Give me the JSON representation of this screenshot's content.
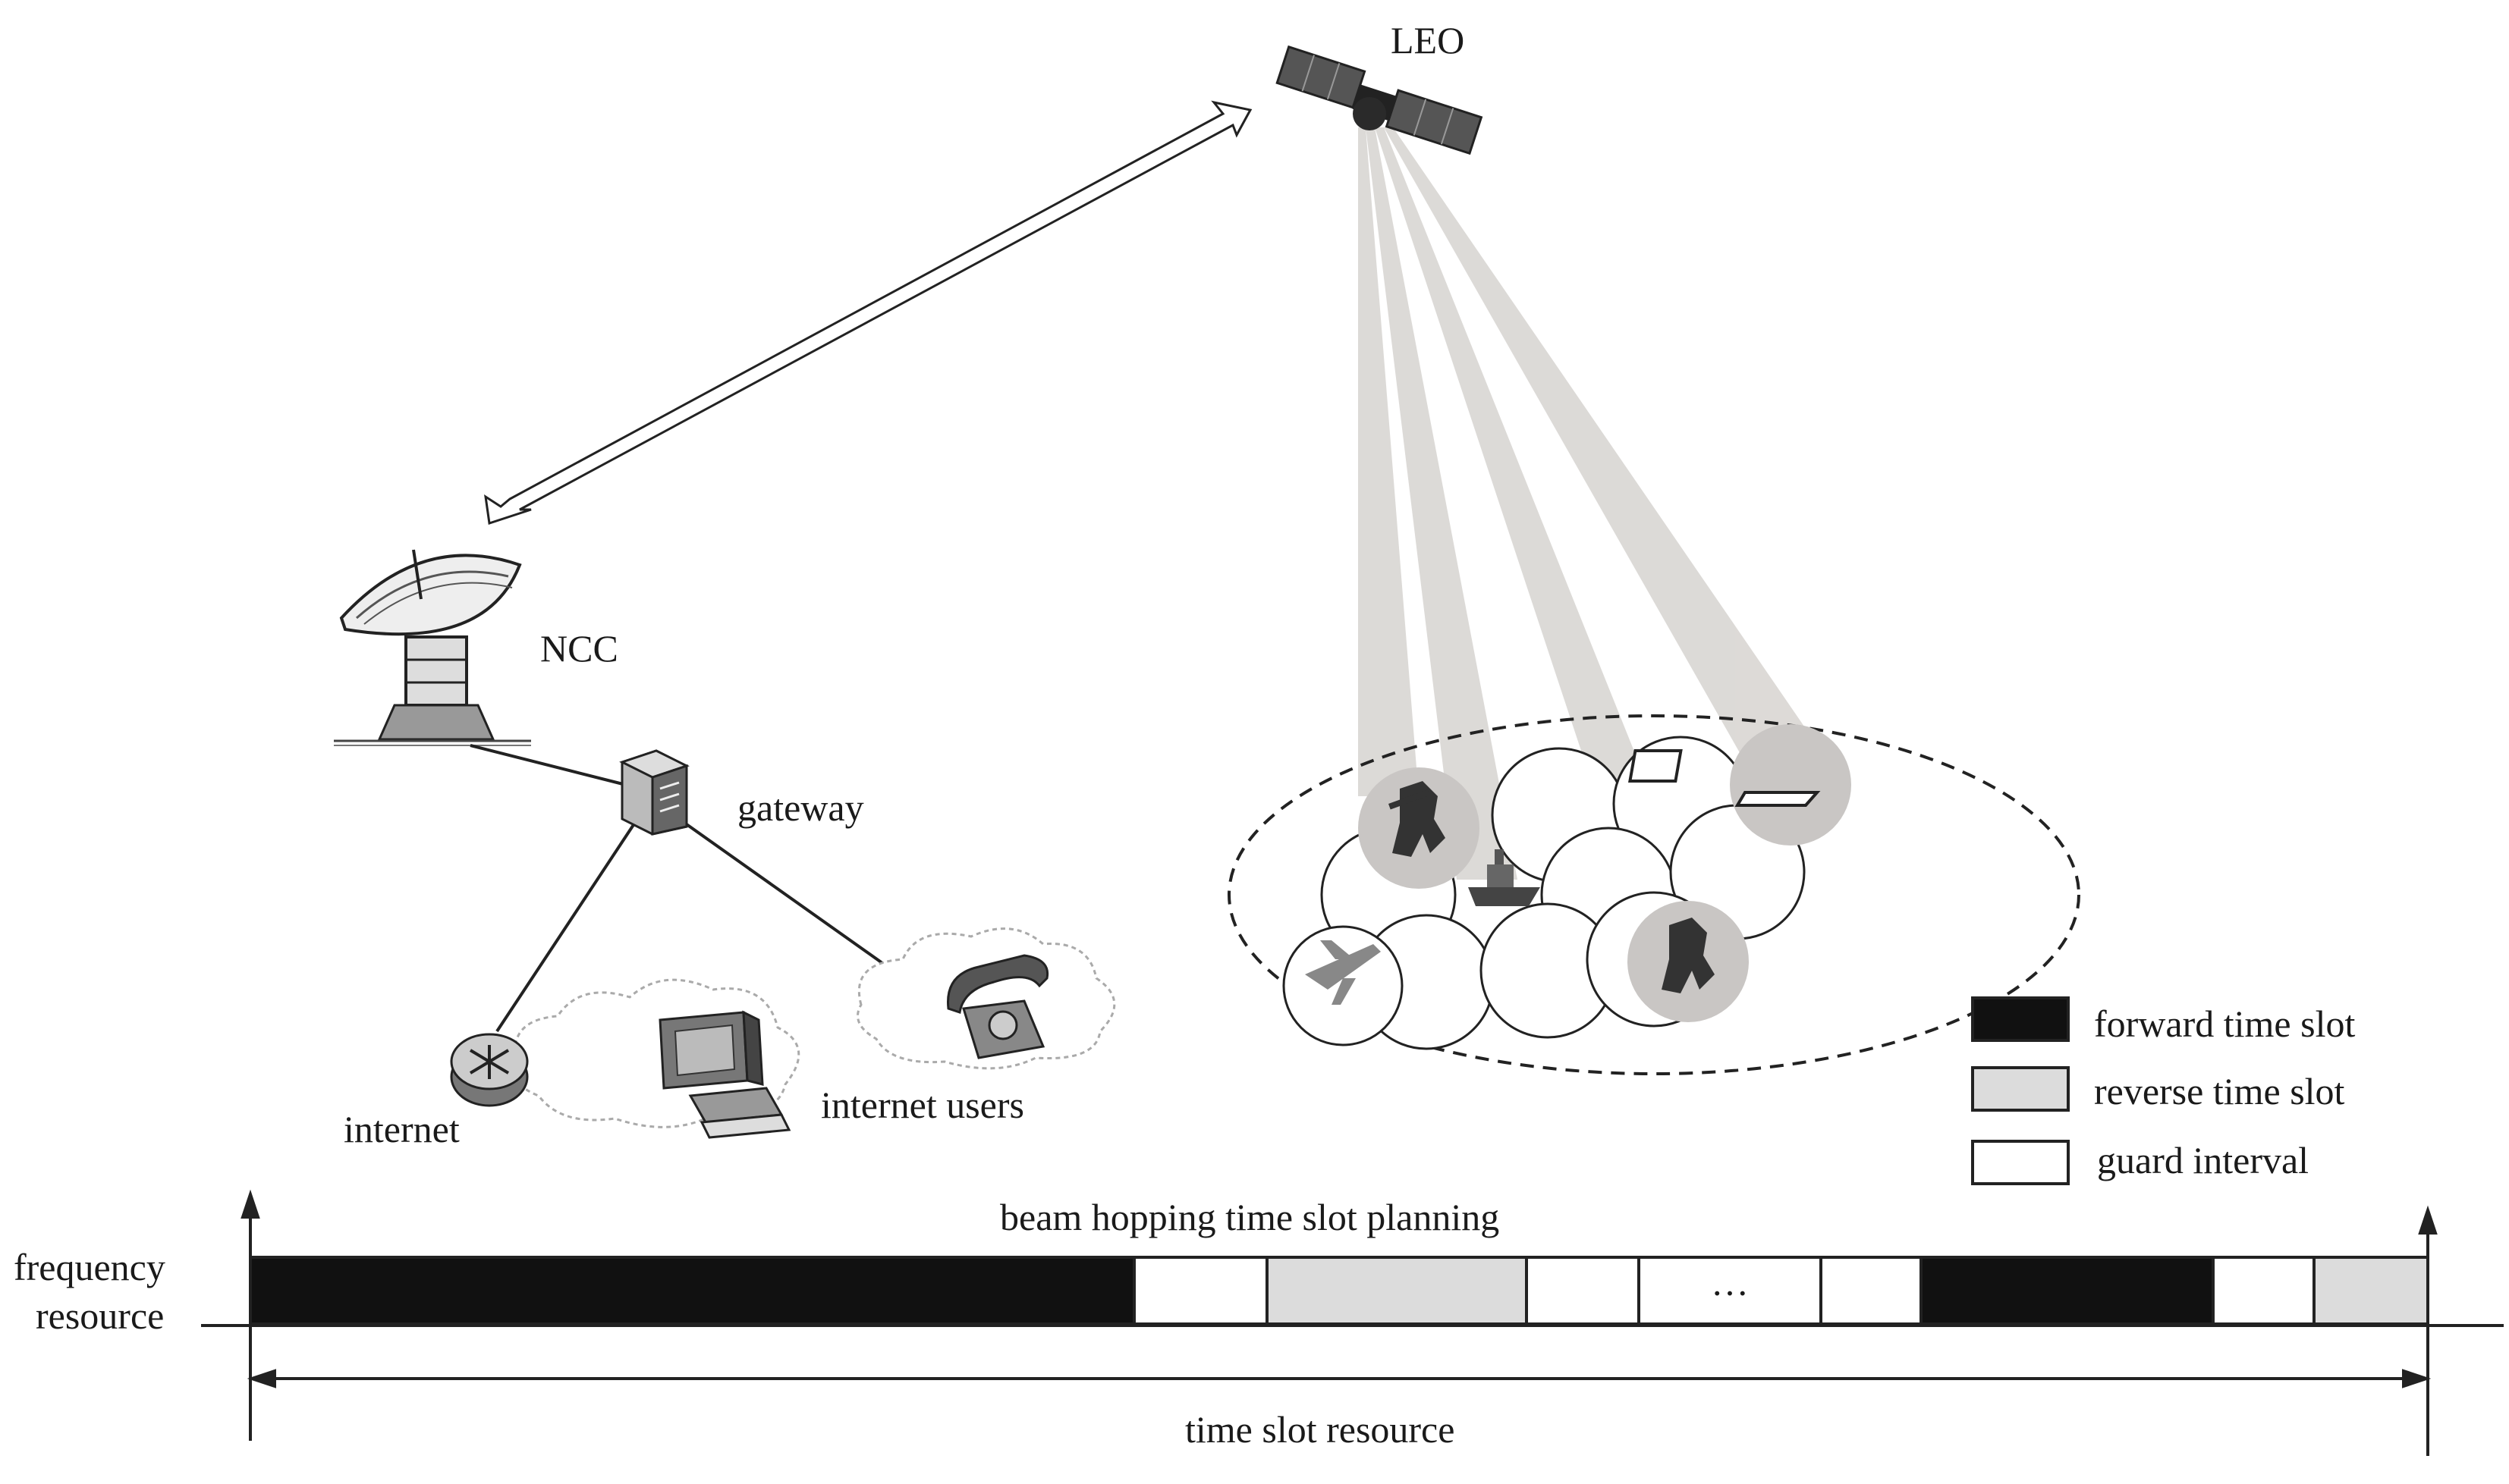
{
  "labels": {
    "leo": "LEO",
    "ncc": "NCC",
    "gateway": "gateway",
    "internet": "internet",
    "internet_users": "internet users",
    "planning_title": "beam hopping time slot planning",
    "frequency_line1": "frequency",
    "frequency_line2": "resource",
    "time_axis": "time slot resource",
    "ellipsis": "…"
  },
  "legend": [
    {
      "label": "forward time slot",
      "kind": "forward"
    },
    {
      "label": "reverse time slot",
      "kind": "reverse"
    },
    {
      "label": "guard interval",
      "kind": "guard"
    }
  ],
  "slot_sequence": [
    "forward",
    "guard",
    "reverse",
    "guard",
    "ellipsis",
    "guard",
    "forward",
    "guard",
    "reverse"
  ],
  "colors": {
    "forward": "#111111",
    "reverse": "#dcdcdc",
    "guard": "#ffffff",
    "beam": "#d9d6d3",
    "highlight_cell": "#c9c6c4",
    "line": "#222222"
  },
  "icons": [
    "satellite-icon",
    "dish-antenna-icon",
    "gateway-server-icon",
    "router-icon",
    "computer-icon",
    "telephone-icon",
    "soldier-icon",
    "ship-icon",
    "airplane-icon",
    "laptop-icon",
    "cloud-icon"
  ]
}
